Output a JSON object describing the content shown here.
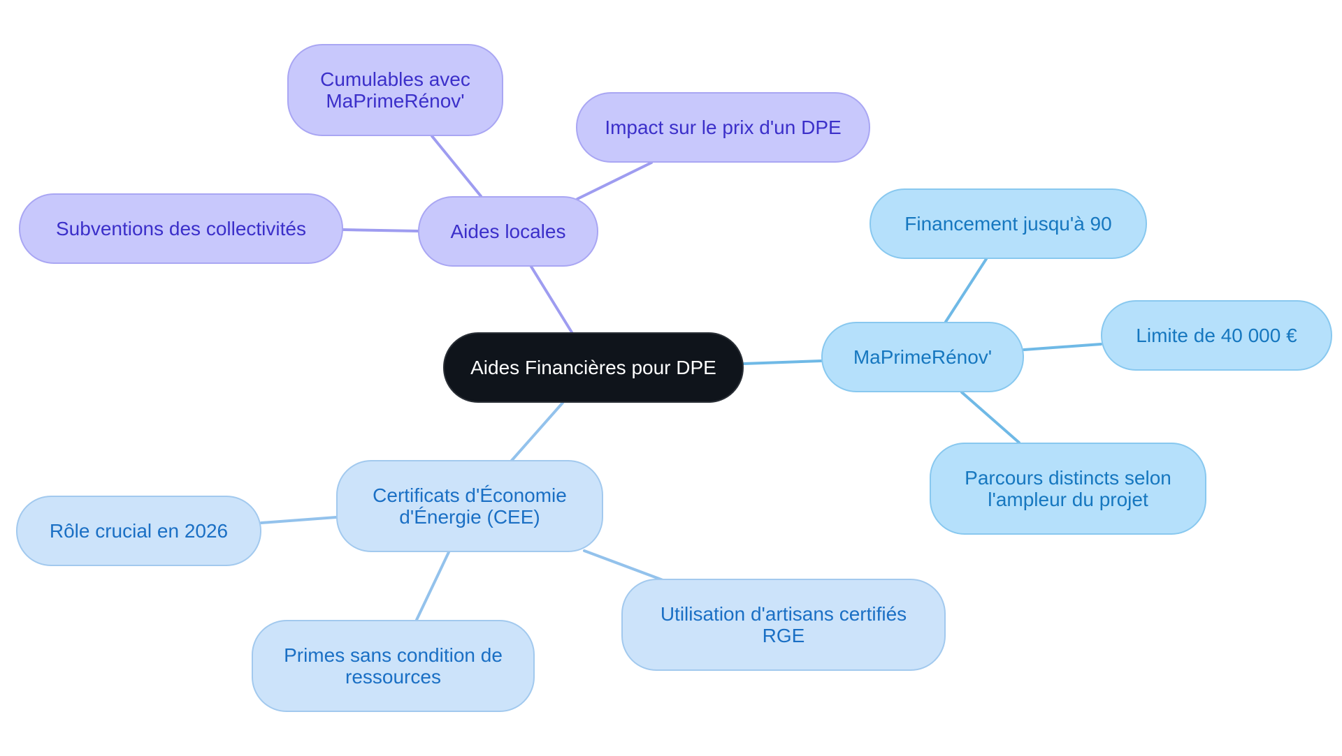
{
  "root": {
    "label": "Aides Financières pour DPE"
  },
  "branches": {
    "aides_locales": {
      "label": "Aides locales",
      "color": "#9e9cf0",
      "children": {
        "cumulables": {
          "line1": "Cumulables avec",
          "line2": "MaPrimeRénov'"
        },
        "impact": {
          "label": "Impact sur le prix d'un DPE"
        },
        "subventions": {
          "label": "Subventions des collectivités"
        }
      }
    },
    "maprimerenov": {
      "label": "MaPrimeRénov'",
      "color": "#6fb9e6",
      "children": {
        "financement": {
          "label": "Financement jusqu'à 90"
        },
        "limite": {
          "label": "Limite de 40 000 €"
        },
        "parcours": {
          "line1": "Parcours distincts selon",
          "line2": "l'ampleur du projet"
        }
      }
    },
    "cee": {
      "line1": "Certificats d'Économie",
      "line2": "d'Énergie (CEE)",
      "color": "#93c2ec",
      "children": {
        "role": {
          "label": "Rôle crucial en 2026"
        },
        "primes": {
          "line1": "Primes sans condition de",
          "line2": "ressources"
        },
        "utilisation": {
          "line1": "Utilisation d'artisans certifiés",
          "line2": "RGE"
        }
      }
    }
  }
}
